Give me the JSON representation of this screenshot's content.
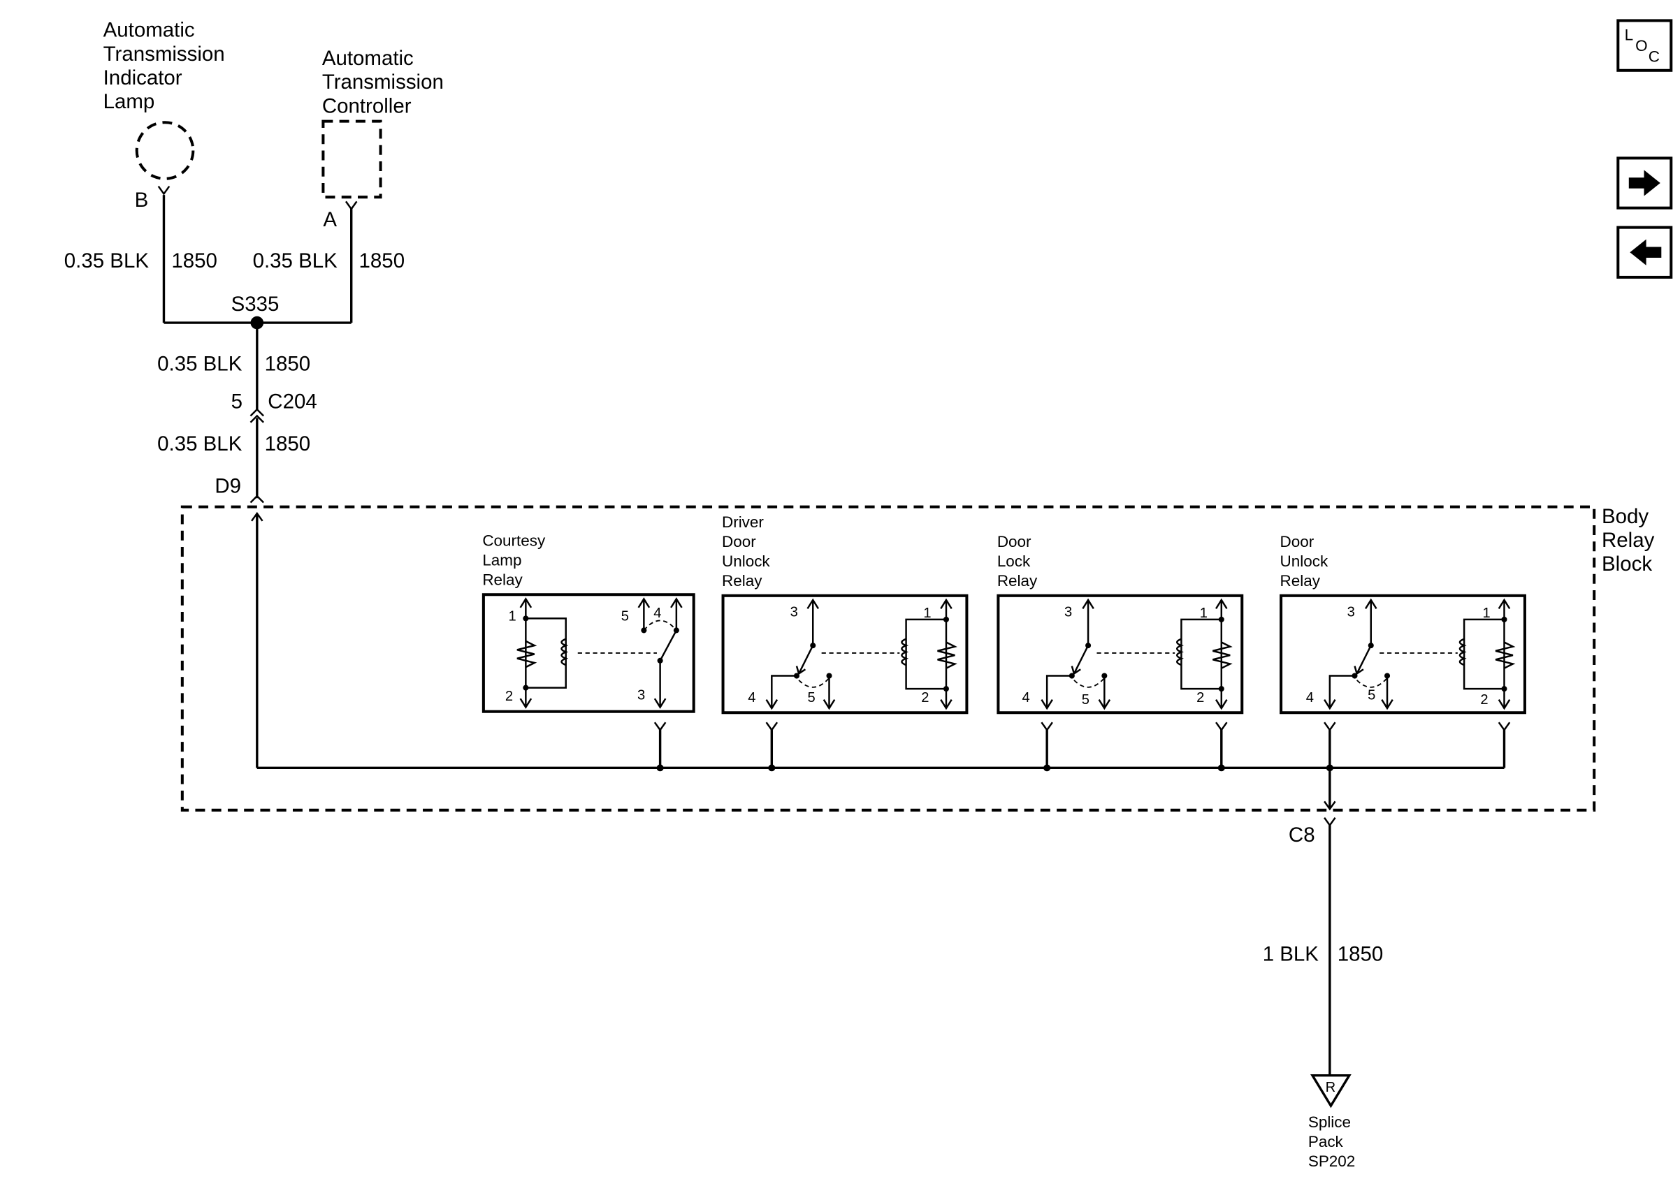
{
  "components": {
    "indicator_lamp": {
      "lines": [
        "Automatic",
        "Transmission",
        "Indicator",
        "Lamp"
      ],
      "pin": "B"
    },
    "controller": {
      "lines": [
        "Automatic",
        "Transmission",
        "Controller"
      ],
      "pin": "A"
    },
    "body_relay_block": {
      "lines": [
        "Body",
        "Relay",
        "Block"
      ]
    },
    "splice_pack": {
      "symbol": "R",
      "lines": [
        "Splice",
        "Pack",
        "SP202"
      ]
    }
  },
  "wires": {
    "left_top": {
      "gauge": "0.35 BLK",
      "circuit": "1850"
    },
    "right_top": {
      "gauge": "0.35 BLK",
      "circuit": "1850"
    },
    "mid_upper": {
      "gauge": "0.35 BLK",
      "circuit": "1850"
    },
    "mid_lower": {
      "gauge": "0.35 BLK",
      "circuit": "1850"
    },
    "ground": {
      "gauge": "1 BLK",
      "circuit": "1850"
    }
  },
  "splices": {
    "s335": "S335"
  },
  "connectors": {
    "c204": {
      "pin": "5",
      "name": "C204"
    },
    "d9": "D9",
    "c8": "C8"
  },
  "relays": [
    {
      "lines": [
        "Courtesy",
        "Lamp",
        "Relay"
      ],
      "pins": [
        "1",
        "2",
        "5",
        "4",
        "3"
      ]
    },
    {
      "lines": [
        "Driver",
        "Door",
        "Unlock",
        "Relay"
      ],
      "pins": [
        "3",
        "4",
        "5",
        "1",
        "2"
      ]
    },
    {
      "lines": [
        "Door",
        "Lock",
        "Relay"
      ],
      "pins": [
        "3",
        "4",
        "5",
        "1",
        "2"
      ]
    },
    {
      "lines": [
        "Door",
        "Unlock",
        "Relay"
      ],
      "pins": [
        "3",
        "4",
        "5",
        "1",
        "2"
      ]
    }
  ],
  "nav": {
    "loc": {
      "l": "L",
      "o": "O",
      "c": "C"
    },
    "forward_icon": "right-arrow-icon",
    "back_icon": "left-arrow-icon"
  }
}
